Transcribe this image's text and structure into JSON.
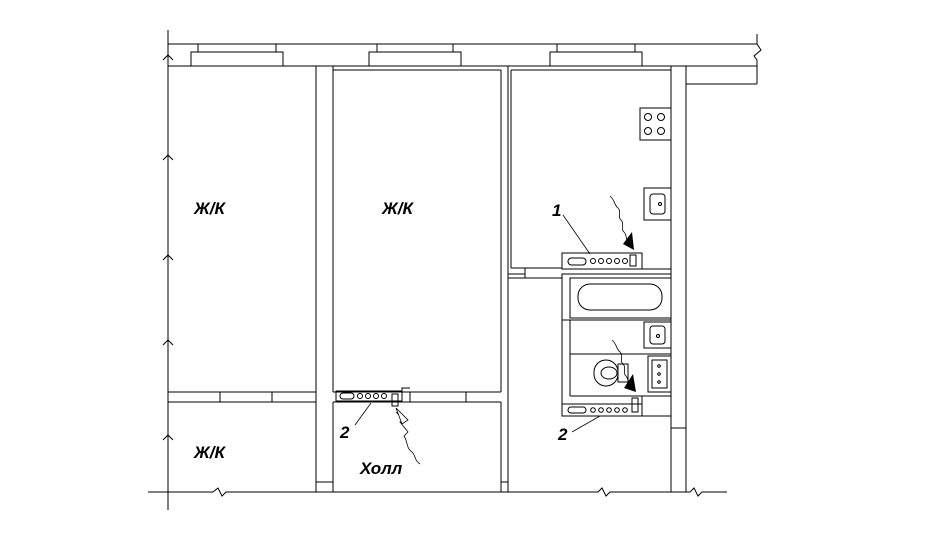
{
  "plan": {
    "rooms": [
      {
        "id": "room1",
        "label": "Ж/К"
      },
      {
        "id": "room2",
        "label": "Ж/К"
      },
      {
        "id": "room3",
        "label": "Ж/К"
      },
      {
        "id": "hall",
        "label": "Холл"
      }
    ],
    "markers": [
      {
        "id": "marker-1",
        "label": "1"
      },
      {
        "id": "marker-2a",
        "label": "2"
      },
      {
        "id": "marker-2b",
        "label": "2"
      }
    ],
    "colors": {
      "line": "#000000",
      "background": "#ffffff"
    }
  }
}
